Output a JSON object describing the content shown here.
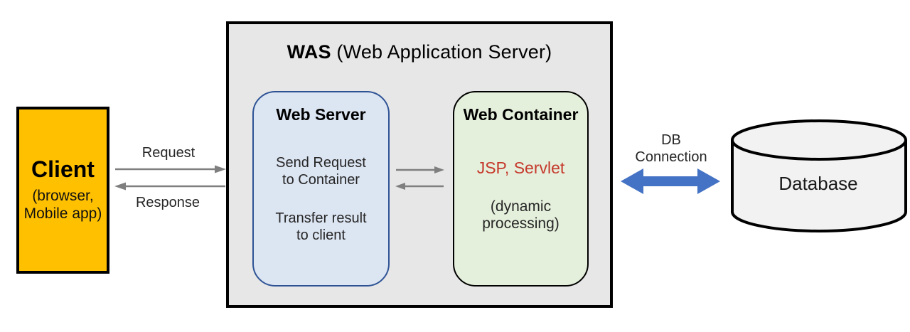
{
  "diagram": {
    "client": {
      "title": "Client",
      "subtitle_lines": [
        "(browser,",
        "Mobile app)"
      ]
    },
    "was": {
      "title_bold": "WAS",
      "title_rest": " (Web Application Server)"
    },
    "web_server": {
      "title": "Web Server",
      "body1_lines": [
        "Send Request",
        "to Container"
      ],
      "body2_lines": [
        "Transfer result",
        "to client"
      ]
    },
    "web_container": {
      "title": "Web Container",
      "tech": "JSP, Servlet",
      "note_lines": [
        "(dynamic",
        "processing)"
      ]
    },
    "database": {
      "label": "Database"
    },
    "arrows": {
      "request_label": "Request",
      "response_label": "Response",
      "db_label_lines": [
        "DB",
        "Connection"
      ]
    },
    "colors": {
      "client_fill": "#FFC000",
      "was_fill": "#E7E7E7",
      "web_server_fill": "#DCE5F2",
      "web_server_border": "#2E5395",
      "web_container_fill": "#E5F0DC",
      "web_container_border": "#000000",
      "tech_text": "#C5392C",
      "db_connection_arrow": "#4472C4",
      "flow_arrow": "#7F7F7F",
      "database_fill": "#F2F2F2"
    }
  }
}
